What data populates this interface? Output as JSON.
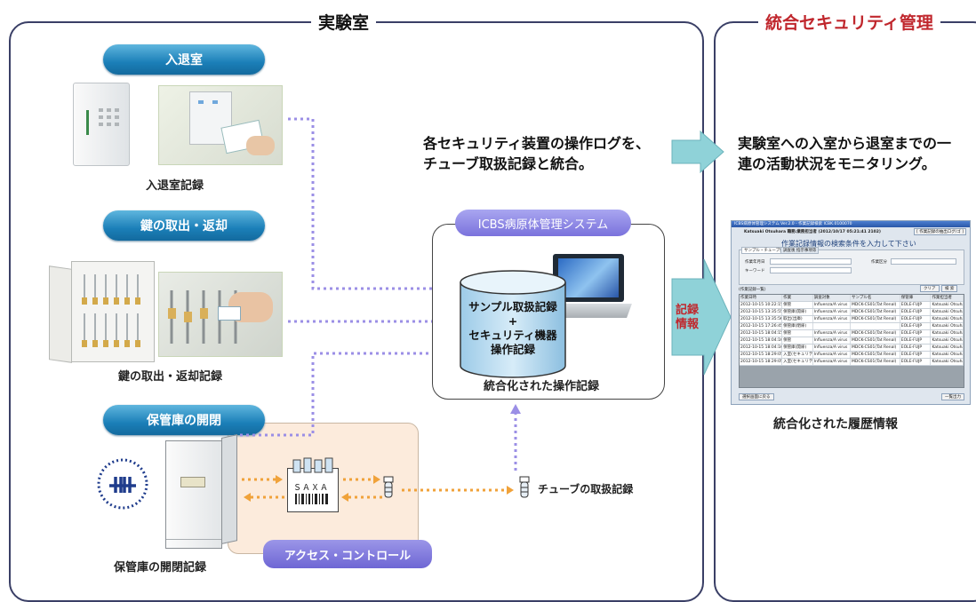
{
  "lab_panel": {
    "title": "実験室"
  },
  "security_panel": {
    "title": "統合セキュリティ管理"
  },
  "entry": {
    "pill": "入退室",
    "caption": "入退室記録"
  },
  "keys": {
    "pill": "鍵の取出・返却",
    "caption": "鍵の取出・返却記録"
  },
  "storage": {
    "pill": "保管庫の開閉",
    "caption": "保管庫の開閉記録"
  },
  "access_control": {
    "label": "アクセス・コントロール"
  },
  "tube_record": {
    "label": "チューブの取扱記録"
  },
  "icbs": {
    "title": "ICBS病原体管理システム",
    "caption": "統合化された操作記録",
    "db_line1": "サンプル取扱記録",
    "db_plus": "+",
    "db_line2": "セキュリティ機器",
    "db_line3": "操作記録"
  },
  "message_left": {
    "line1": "各セキュリティ装置の操作ログを、",
    "line2": "チューブ取扱記録と統合。"
  },
  "message_right": {
    "line1": "実験室への入室から退室までの一",
    "line2": "連の活動状況をモニタリング。"
  },
  "record_info": {
    "line1": "記録",
    "line2": "情報"
  },
  "history_caption": "統合化された履歴情報",
  "screen": {
    "title_bar": "ICBS病原体管理システム Ver.2.0 - 作業記録検索 ICBK.0100070",
    "user_line": "Katsuaki Otsuhara  職務:業務担当者  (2012/10/17 05:21:41 2102)",
    "top_button": "[ 作業記録の抽出ログ/ゴ ]",
    "heading": "作業記録情報の検索条件を入力して下さい",
    "tab1": "サンプル・チューブ情報",
    "tab2": "調査後 指示事項等",
    "field1": "作業年月日",
    "field2": "キーワード",
    "field3": "作業区分",
    "list_label": "(作業記録一覧)",
    "btn_clear": "クリア",
    "btn_search": "検 索",
    "columns": [
      "作業日時",
      "作業",
      "調査対象",
      "サンプル名",
      "保管庫",
      "作業担当者"
    ],
    "rows": [
      [
        "2012-10-15 10:22:15",
        "保管",
        "Influenza/A virus",
        "MDCK-CS01(Tat Renal)",
        "EOLE-FUJP",
        "Katsuaki Otsuhara"
      ],
      [
        "2012-10-15 13:35:55",
        "保管庫(開扉)",
        "Influenza/A virus",
        "MDCK-CS01(Tat Renal)",
        "EOLE-FUJP",
        "Katsuaki Otsuhara"
      ],
      [
        "2012-10-15 13:35:56",
        "取出(出庫)",
        "Influenza/A virus",
        "MDCK-CS01(Tat Renal)",
        "EOLE-FUJP",
        "Katsuaki Otsuhara"
      ],
      [
        "2012-10-15 17:26:45",
        "保管庫(閉扉)",
        "",
        "",
        "EOLE-FUJP",
        "Katsuaki Otsuhara"
      ],
      [
        "2012-10-15 18:04:15",
        "保管",
        "Influenza/A virus",
        "MDCK-CS01(Tat Renal)",
        "EOLE-FUJP",
        "Katsuaki Otsuhara"
      ],
      [
        "2012-10-15 18:04:16",
        "保管",
        "Influenza/A virus",
        "MDCK-CS01(Tat Renal)",
        "EOLE-FUJP",
        "Katsuaki Otsuhara"
      ],
      [
        "2012-10-15 18:04:16",
        "保管庫(開扉)",
        "Influenza/A virus",
        "MDCK-CS01(Tat Renal)",
        "EOLE-FUJP",
        "Katsuaki Otsuhara"
      ],
      [
        "2012-10-15 18:29:05",
        "入室(セキュリティ)",
        "Influenza/A virus",
        "MDCK-CS01(Tat Renal)",
        "EOLE-FUJP",
        "Katsuaki Otsuhara"
      ],
      [
        "2012-10-15 18:29:05",
        "入室(セキュリティ)",
        "Influenza/A virus",
        "MDCK-CS01(Tat Renal)",
        "EOLE-FUJP",
        "Katsuaki Otsuhara"
      ]
    ],
    "bottom_left": "選択画面に戻る",
    "bottom_right": "一覧出力"
  },
  "keypad_label": "ＳＡＸＡ",
  "colors": {
    "accent_title": "#c0272d",
    "pill": "#1b7fb8",
    "dotline": "#9b8fe6",
    "arrow": "#7fcad2",
    "record_info": "#c0272d"
  }
}
